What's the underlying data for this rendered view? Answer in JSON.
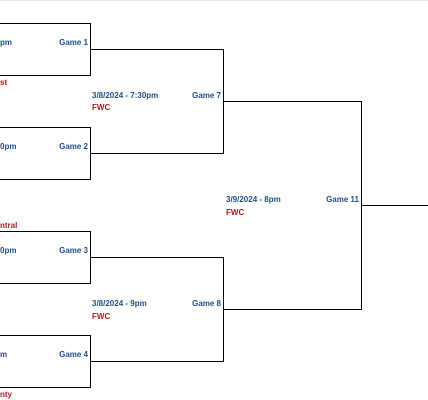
{
  "colors": {
    "game_text": "#1f4e8c",
    "location_text": "#b8151b",
    "lines": "#000000"
  },
  "games": {
    "g1": {
      "time": "pm",
      "label": "Game 1",
      "team_below": "st"
    },
    "g2": {
      "time": "0pm",
      "label": "Game 2",
      "team_below": "ntral"
    },
    "g3": {
      "time": "0pm",
      "label": "Game 3"
    },
    "g4": {
      "time": "m",
      "label": "Game 4",
      "team_below": "nty"
    },
    "g7": {
      "time": "3/8/2024 - 7:30pm",
      "location": "FWC",
      "label": "Game 7"
    },
    "g8": {
      "time": "3/8/2024 - 9pm",
      "location": "FWC",
      "label": "Game 8"
    },
    "g11": {
      "time": "3/9/2024 - 8pm",
      "location": "FWC",
      "label": "Game 11"
    }
  }
}
